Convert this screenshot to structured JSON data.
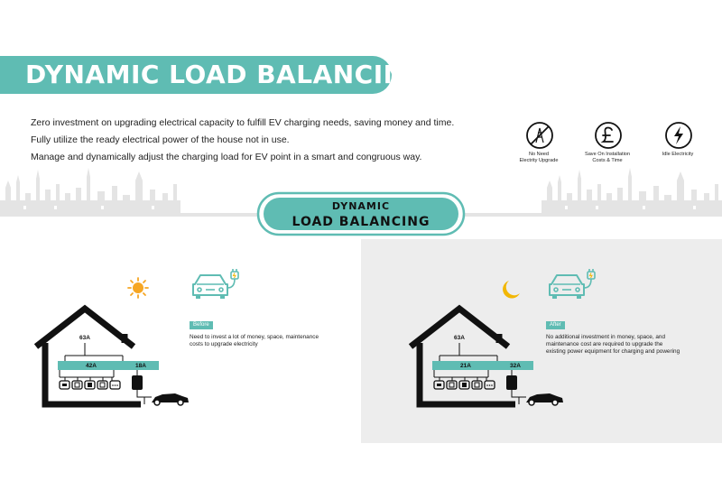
{
  "title": "DYNAMIC LOAD BALANCING",
  "intro_lines": [
    "Zero investment on upgrading electrical capacity to fulfill EV charging needs, saving money and time.",
    "Fully utilize the ready electrical power of the house not in use.",
    "Manage and dynamically adjust the charging load for EV point in a smart and congruous way."
  ],
  "features": [
    {
      "icon": "no-electricity-icon",
      "label_lines": [
        "No Need",
        "Electrity Upgrade"
      ]
    },
    {
      "icon": "pound-icon",
      "label_lines": [
        "Save On Installation",
        "Costs & Time"
      ]
    },
    {
      "icon": "lightning-icon",
      "label_lines": [
        "Idle Electricity"
      ]
    }
  ],
  "center_label": {
    "line1": "DYNAMIC",
    "line2": "LOAD BALANCING"
  },
  "colors": {
    "accent": "#5fbcb3",
    "night_bg": "#ededed",
    "sun": "#f6a623",
    "moon": "#f2b705"
  },
  "before": {
    "icon": "sun-icon",
    "badge": "Before",
    "description_lines": [
      "Need to invest a lot of money, space, maintenance",
      "costs to upgrade electricity"
    ],
    "main_amp": "63A",
    "house_amp": "42A",
    "ev_amp": "18A"
  },
  "after": {
    "icon": "moon-icon",
    "badge": "After",
    "description_lines": [
      "No additional investment in money, space, and",
      "maintenance cost are required to upgrade the",
      "existing power equipment for charging and powering"
    ],
    "main_amp": "63A",
    "house_amp": "21A",
    "ev_amp": "32A"
  }
}
